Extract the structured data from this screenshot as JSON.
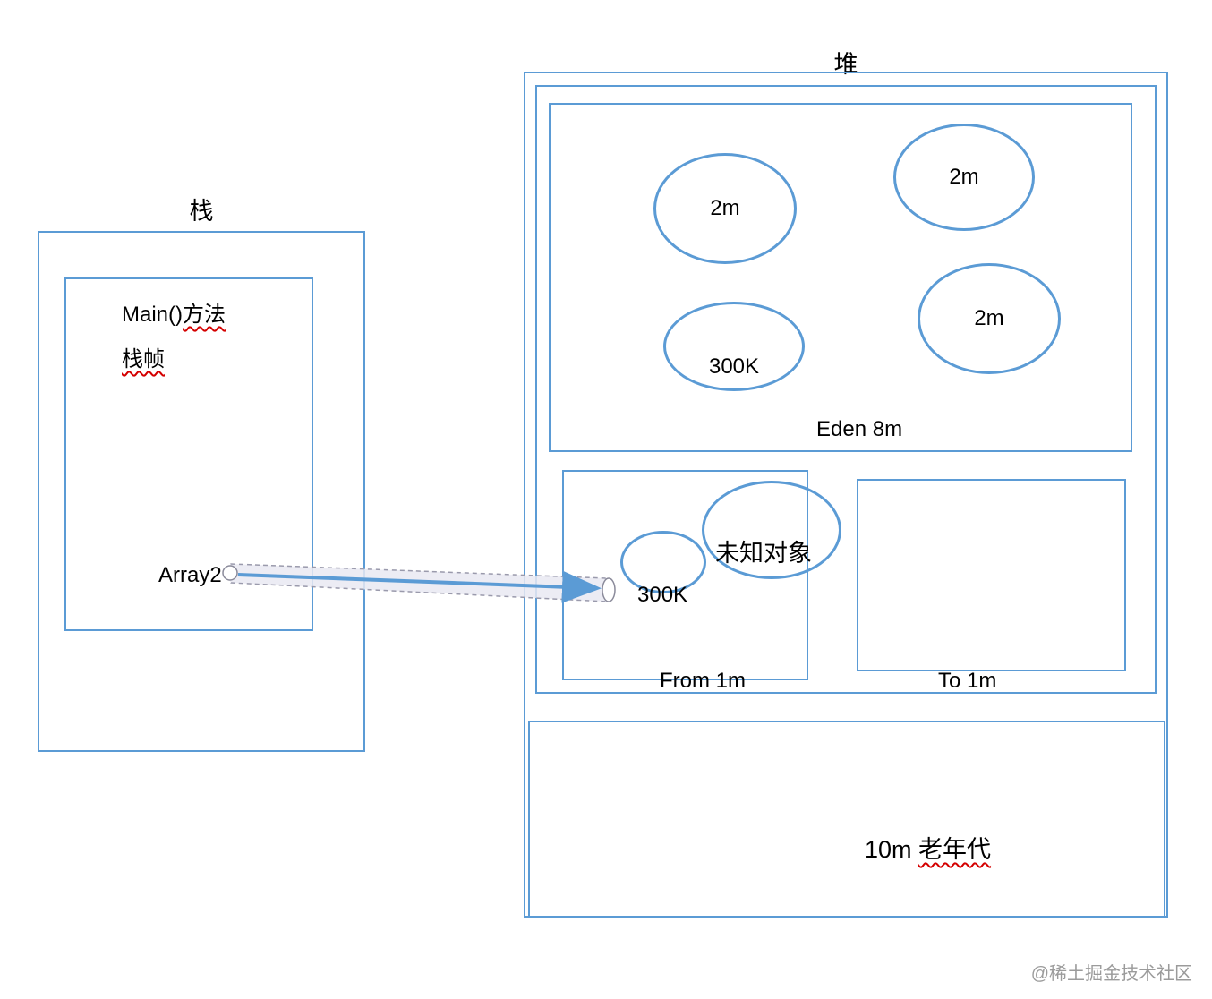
{
  "colors": {
    "shape_stroke": "#5b9bd5",
    "arrow": "#5b9bd5",
    "spellcheck_underline": "#d40000",
    "pipe_fill": "#e9e9f2",
    "pipe_stroke": "#9a9aac",
    "watermark_text": "#9b9b9b"
  },
  "stack": {
    "title": "栈",
    "frame": {
      "title_prefix": "Main()",
      "title_cjk": "方法",
      "subtitle": "栈帧",
      "variable": "Array2"
    }
  },
  "heap": {
    "title": "堆",
    "eden": {
      "label": "Eden 8m",
      "objects": [
        "2m",
        "2m",
        "2m",
        "300K"
      ]
    },
    "survivor_from": {
      "label": "From 1m",
      "small_object": "300K",
      "unknown_object": "未知对象"
    },
    "survivor_to": {
      "label": "To 1m"
    },
    "old_gen": {
      "label_prefix": "10m ",
      "label_cjk": "老年代"
    }
  },
  "watermark": "@稀土掘金技术社区"
}
